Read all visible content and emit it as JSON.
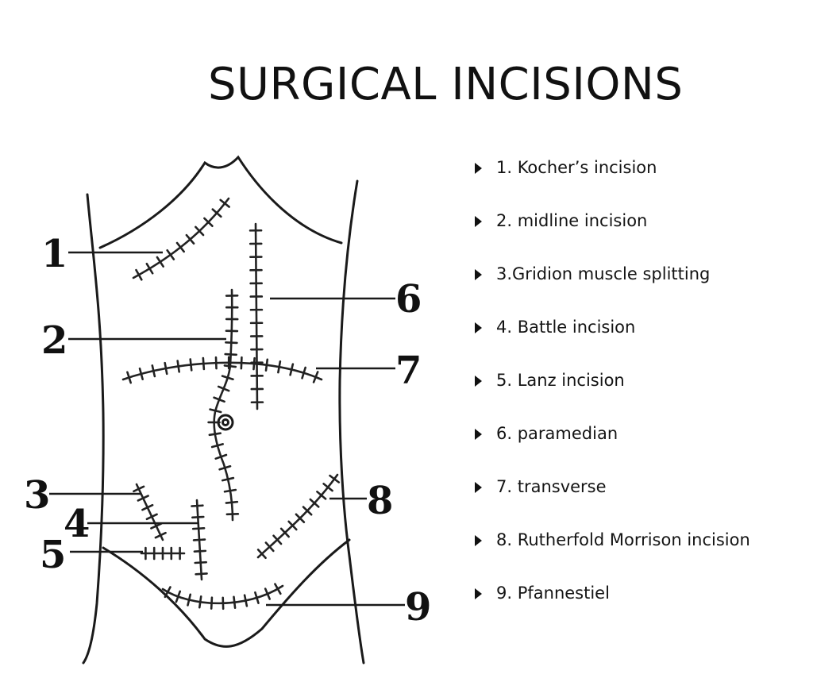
{
  "title": "SURGICAL INCISIONS",
  "diagram": {
    "numbers": [
      "1",
      "2",
      "3",
      "4",
      "5",
      "6",
      "7",
      "8",
      "9"
    ]
  },
  "legend": [
    "1. Kocher’s incision",
    "2. midline incision",
    "3.Gridion muscle splitting",
    "4. Battle incision",
    "5. Lanz incision",
    "6. paramedian",
    "7. transverse",
    "8. Rutherfold Morrison incision",
    "9. Pfannestiel"
  ],
  "colors": {
    "ink": "#111111",
    "background": "#ffffff"
  },
  "icons": {
    "legend_bullet": "triangle-right-icon"
  }
}
